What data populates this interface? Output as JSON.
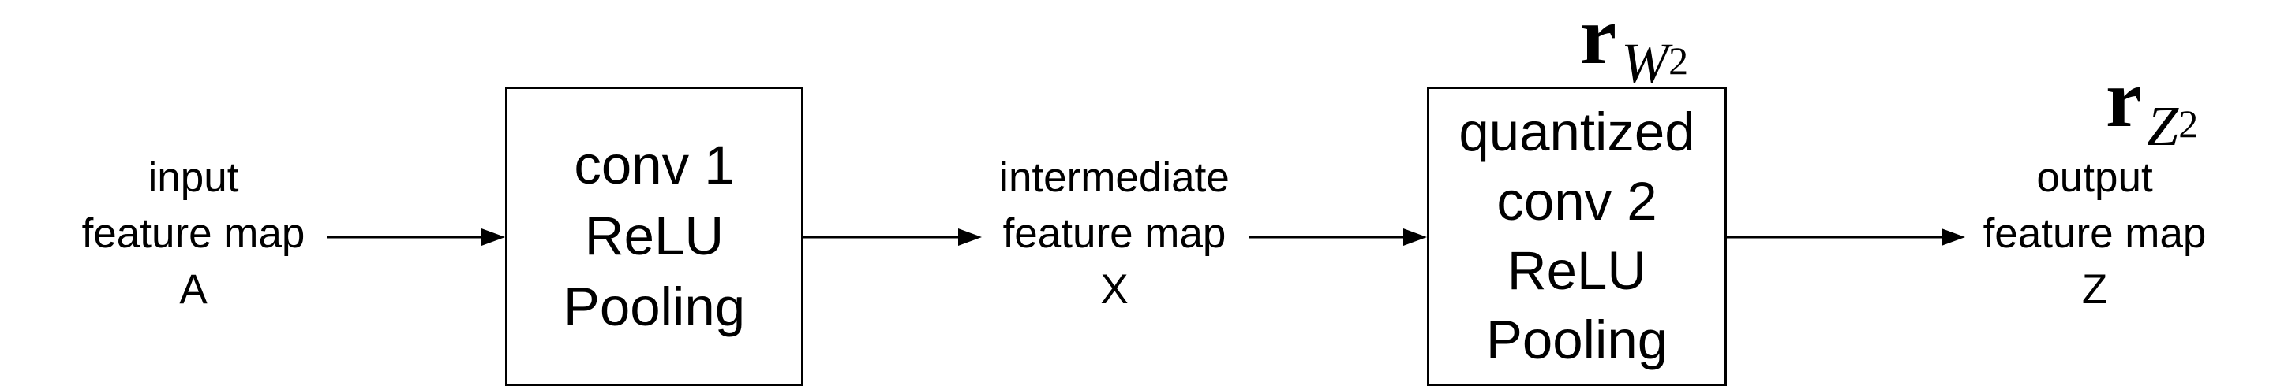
{
  "input": {
    "lines": [
      "input",
      "feature map",
      "A"
    ]
  },
  "block1": {
    "lines": [
      "conv 1",
      "ReLU",
      "Pooling"
    ]
  },
  "intermediate": {
    "lines": [
      "intermediate",
      "feature map",
      "X"
    ]
  },
  "block2": {
    "lines": [
      "quantized",
      "conv 2",
      "ReLU",
      "Pooling"
    ]
  },
  "output": {
    "lines": [
      "output",
      "feature map",
      "Z"
    ]
  },
  "math_w": {
    "base": "r",
    "sub": "W",
    "subsub": "2"
  },
  "math_z": {
    "base": "r",
    "sub": "Z",
    "subsub": "2"
  }
}
